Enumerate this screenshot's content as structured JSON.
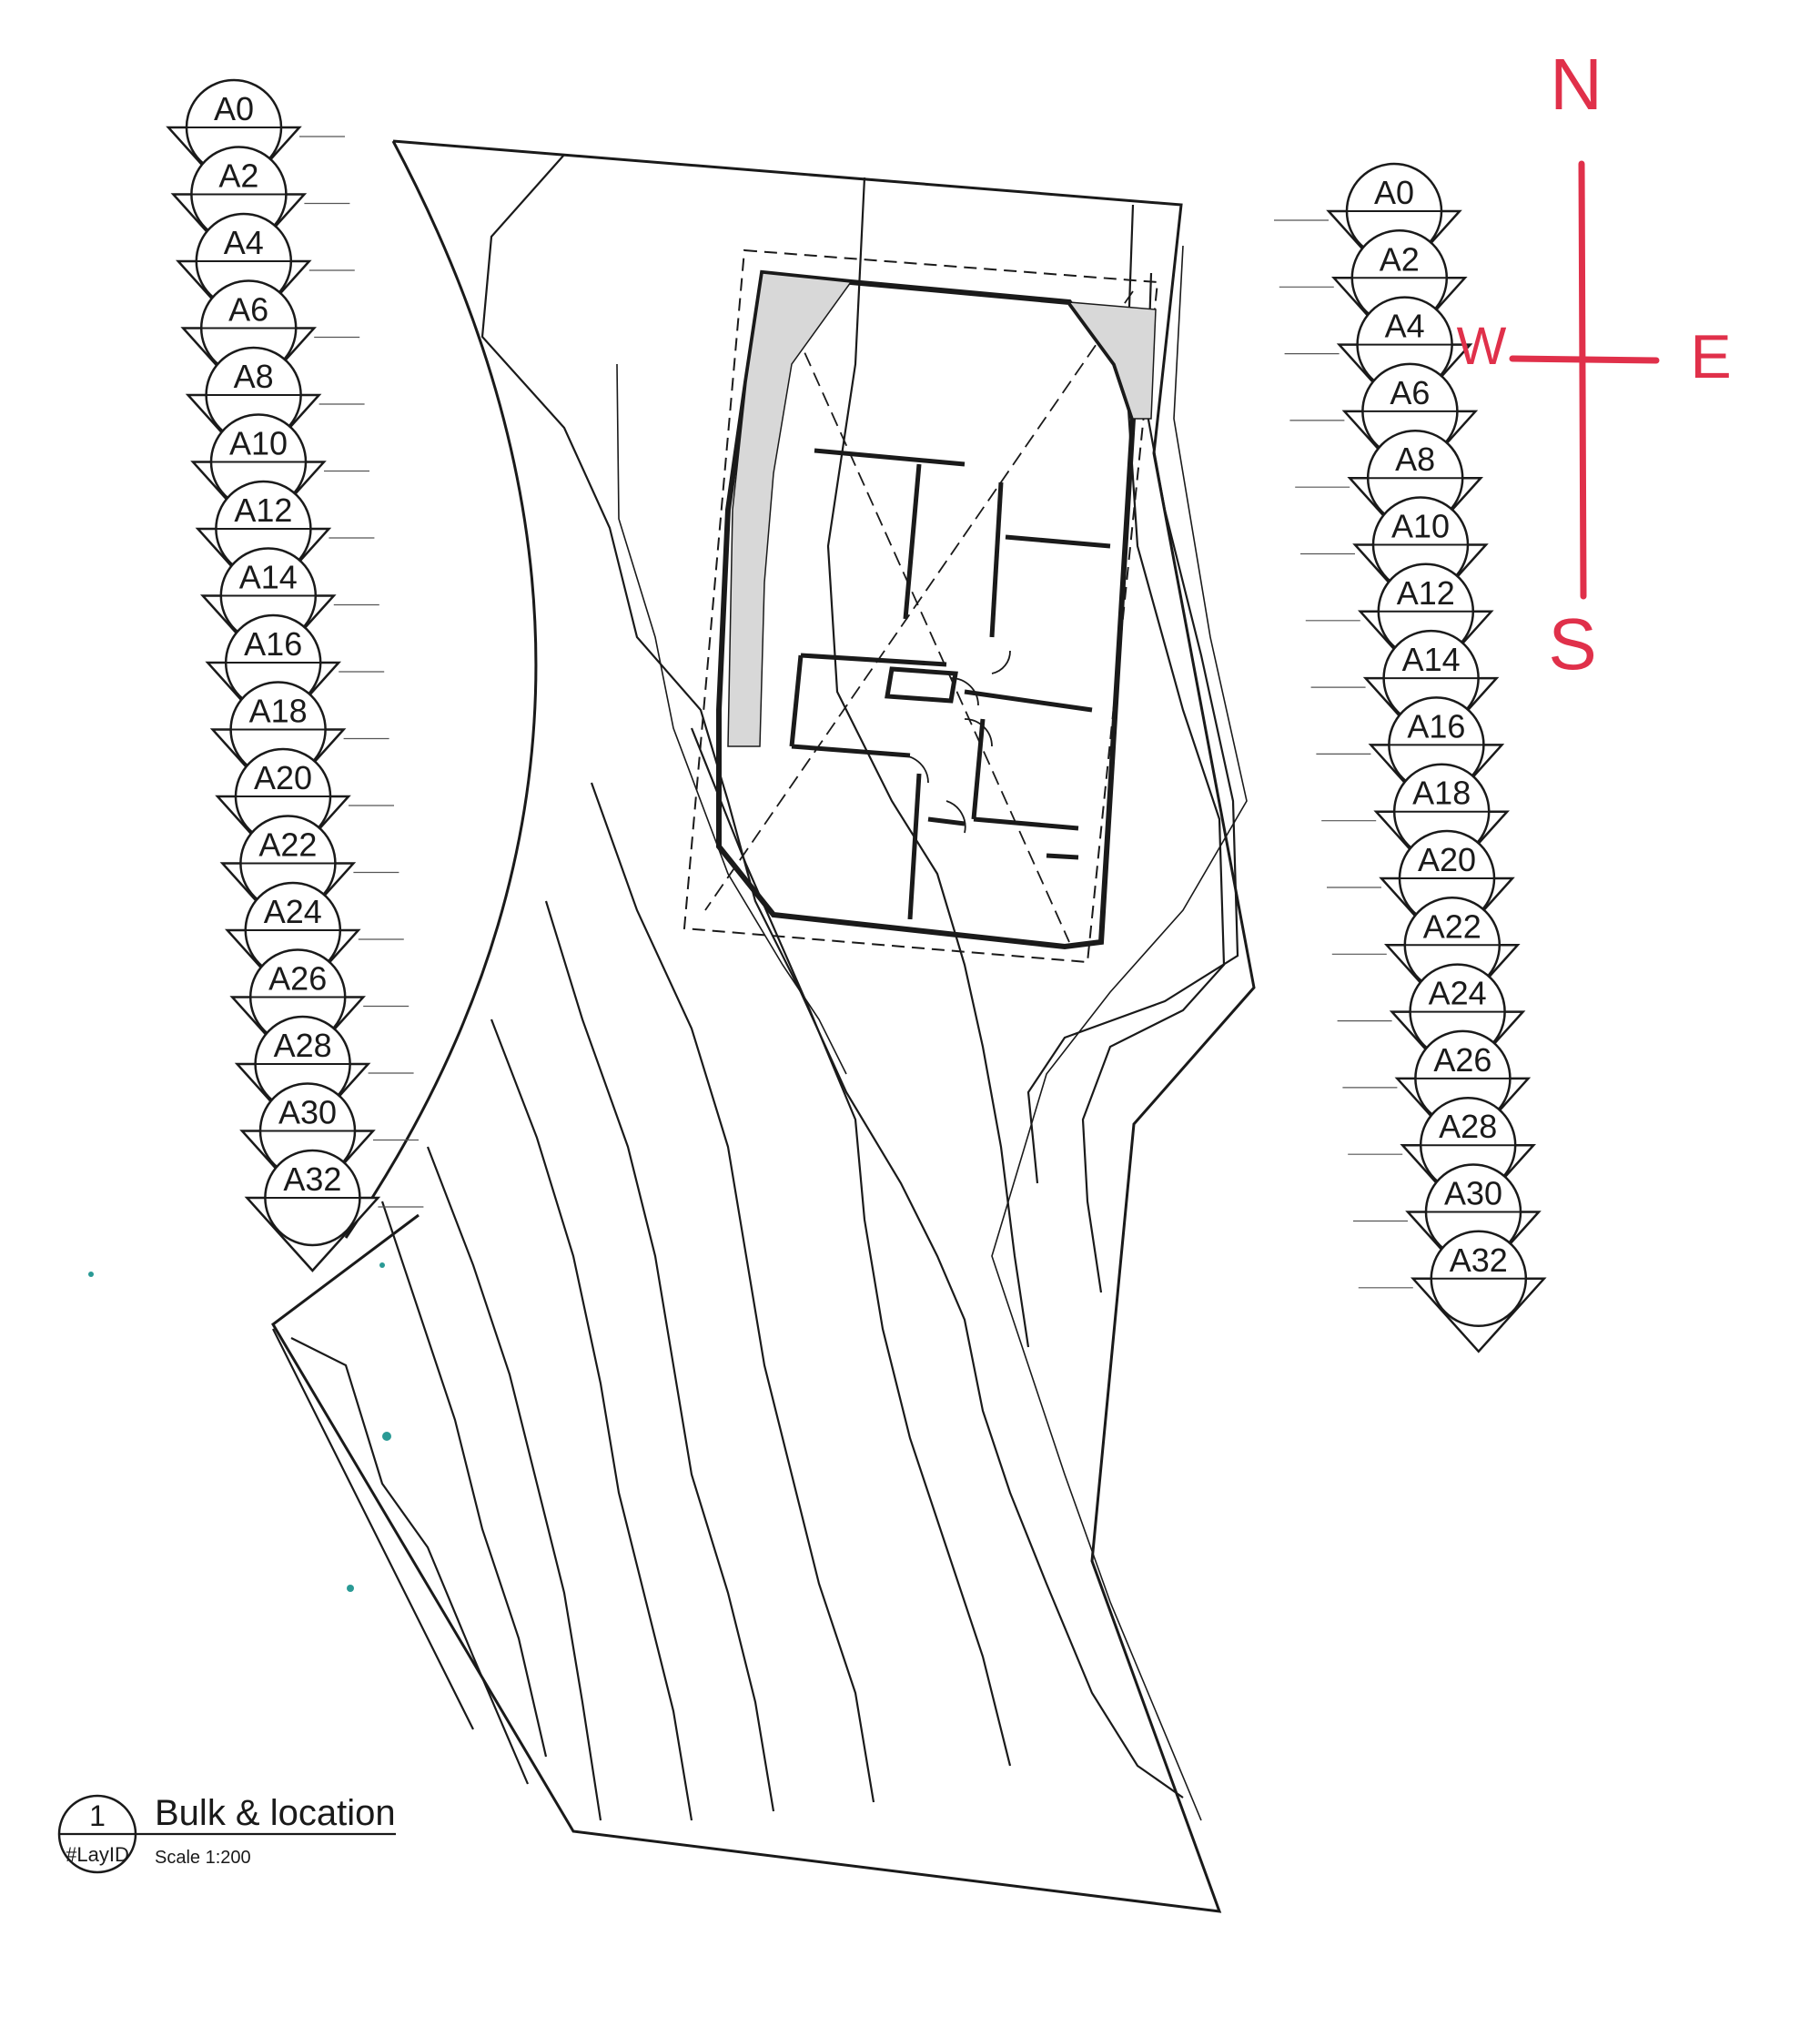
{
  "sheet": {
    "drawing_number": "1",
    "layout_id": "#LayID",
    "title": "Bulk & location",
    "scale": "Scale 1:200"
  },
  "compass": {
    "north": "N",
    "south": "S",
    "east": "E",
    "west": "W",
    "color": "#e0304a"
  },
  "section_markers": {
    "left": [
      "A0",
      "A2",
      "A4",
      "A6",
      "A8",
      "A10",
      "A12",
      "A14",
      "A16",
      "A18",
      "A20",
      "A22",
      "A24",
      "A26",
      "A28",
      "A30",
      "A32"
    ],
    "right": [
      "A0",
      "A2",
      "A4",
      "A6",
      "A8",
      "A10",
      "A12",
      "A14",
      "A16",
      "A18",
      "A20",
      "A22",
      "A24",
      "A26",
      "A28",
      "A30",
      "A32"
    ]
  }
}
